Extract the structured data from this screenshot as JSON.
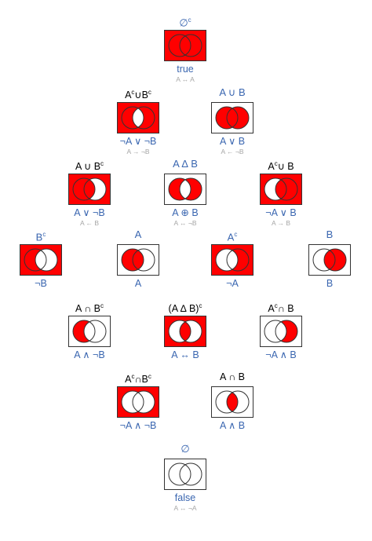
{
  "colors": {
    "fill": "#ff0000",
    "stroke": "#333333",
    "blue": "#3a66b0",
    "gray": "#a6a6a6"
  },
  "cells": [
    {
      "id": "full",
      "top_label": "∅",
      "top_sup": "c",
      "top_blue": true,
      "logic": "true",
      "equiv": "A ↔ A",
      "regions": [
        1,
        1,
        1,
        1
      ]
    },
    {
      "id": "a-c-or-b-c",
      "top_label": "A",
      "top_sup": "c",
      "top_label2": "∪B",
      "top_sup2": "c",
      "logic": "¬A ∨ ¬B",
      "equiv": "A → ¬B",
      "regions": [
        1,
        1,
        0,
        1
      ]
    },
    {
      "id": "a-or-b",
      "top_label": "A ∪ B",
      "top_blue": true,
      "logic": "A ∨ B",
      "equiv": "A ← ¬B",
      "regions": [
        0,
        1,
        1,
        1
      ]
    },
    {
      "id": "a-or-b-c",
      "top_label": "A ∪ B",
      "top_sup": "c",
      "logic": "A ∨ ¬B",
      "equiv": "A ← B",
      "regions": [
        1,
        1,
        1,
        0
      ]
    },
    {
      "id": "a-sym-b",
      "top_label": "A ∆ B",
      "top_blue": true,
      "logic": "A ⊕ B",
      "equiv": "A ↔ ¬B",
      "regions": [
        0,
        1,
        0,
        1
      ]
    },
    {
      "id": "a-c-or-b",
      "top_label": "A",
      "top_sup": "c",
      "top_label2": "∪ B",
      "logic": "¬A ∨ B",
      "equiv": "A → B",
      "regions": [
        1,
        0,
        1,
        1
      ]
    },
    {
      "id": "b-c",
      "top_label": "B",
      "top_sup": "c",
      "top_blue": true,
      "logic": "¬B",
      "equiv": "",
      "regions": [
        1,
        1,
        0,
        0
      ]
    },
    {
      "id": "a",
      "top_label": "A",
      "top_blue": true,
      "logic": "A",
      "equiv": "",
      "regions": [
        0,
        1,
        1,
        0
      ]
    },
    {
      "id": "a-c",
      "top_label": "A",
      "top_sup": "c",
      "top_blue": true,
      "logic": "¬A",
      "equiv": "",
      "regions": [
        1,
        0,
        0,
        1
      ]
    },
    {
      "id": "b",
      "top_label": "B",
      "top_blue": true,
      "logic": "B",
      "equiv": "",
      "regions": [
        0,
        0,
        1,
        1
      ]
    },
    {
      "id": "a-and-b-c",
      "top_label": "A ∩ B",
      "top_sup": "c",
      "logic": "A ∧ ¬B",
      "equiv": "",
      "regions": [
        0,
        1,
        0,
        0
      ]
    },
    {
      "id": "sym-c",
      "top_label": "(A ∆ B)",
      "top_sup": "c",
      "logic": "A ↔ B",
      "equiv": "",
      "regions": [
        1,
        0,
        1,
        0
      ]
    },
    {
      "id": "a-c-and-b",
      "top_label": "A",
      "top_sup": "c",
      "top_label2": "∩ B",
      "logic": "¬A ∧ B",
      "equiv": "",
      "regions": [
        0,
        0,
        0,
        1
      ]
    },
    {
      "id": "a-c-and-b-c",
      "top_label": "A",
      "top_sup": "c",
      "top_label2": "∩B",
      "top_sup2": "c",
      "logic": "¬A ∧ ¬B",
      "equiv": "",
      "regions": [
        1,
        0,
        0,
        0
      ]
    },
    {
      "id": "a-and-b",
      "top_label": "A ∩ B",
      "logic": "A ∧ B",
      "equiv": "",
      "regions": [
        0,
        0,
        1,
        0
      ]
    },
    {
      "id": "empty",
      "top_label": "∅",
      "top_blue": true,
      "logic": "false",
      "equiv": "A ↔ ¬A",
      "regions": [
        0,
        0,
        0,
        0
      ]
    }
  ]
}
